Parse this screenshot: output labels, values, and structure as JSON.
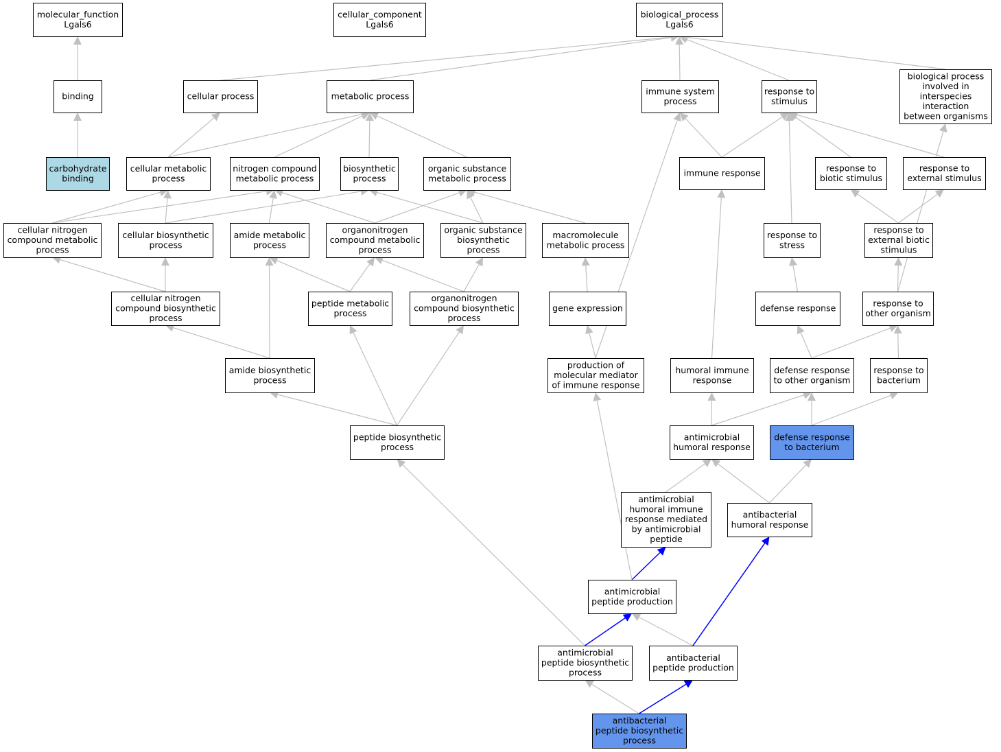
{
  "graph": {
    "colors": {
      "default_fill": "#ffffff",
      "light_fill": "#add8e6",
      "highlight_fill": "#6495ed",
      "edge_gray": "#c0c0c0",
      "edge_blue": "#0000ff",
      "border": "#000000"
    },
    "nodes": [
      {
        "id": "mf",
        "lines": [
          "molecular_function",
          "Lgals6"
        ],
        "style": "default"
      },
      {
        "id": "cc",
        "lines": [
          "cellular_component",
          "Lgals6"
        ],
        "style": "default"
      },
      {
        "id": "bp",
        "lines": [
          "biological_process",
          "Lgals6"
        ],
        "style": "default"
      },
      {
        "id": "binding",
        "lines": [
          "binding"
        ],
        "style": "default"
      },
      {
        "id": "cellproc",
        "lines": [
          "cellular process"
        ],
        "style": "default"
      },
      {
        "id": "metab",
        "lines": [
          "metabolic process"
        ],
        "style": "default"
      },
      {
        "id": "immsys",
        "lines": [
          "immune system",
          "process"
        ],
        "style": "default"
      },
      {
        "id": "respstim",
        "lines": [
          "response to",
          "stimulus"
        ],
        "style": "default"
      },
      {
        "id": "interspecies",
        "lines": [
          "biological process",
          "involved in",
          "interspecies",
          "interaction",
          "between organisms"
        ],
        "style": "default"
      },
      {
        "id": "carb",
        "lines": [
          "carbohydrate",
          "binding"
        ],
        "style": "light"
      },
      {
        "id": "cellmetab",
        "lines": [
          "cellular metabolic",
          "process"
        ],
        "style": "default"
      },
      {
        "id": "nitro",
        "lines": [
          "nitrogen compound",
          "metabolic process"
        ],
        "style": "default"
      },
      {
        "id": "biosyn",
        "lines": [
          "biosynthetic",
          "process"
        ],
        "style": "default"
      },
      {
        "id": "orgsub",
        "lines": [
          "organic substance",
          "metabolic process"
        ],
        "style": "default"
      },
      {
        "id": "immresp",
        "lines": [
          "immune response"
        ],
        "style": "default"
      },
      {
        "id": "biotic",
        "lines": [
          "response to",
          "biotic stimulus"
        ],
        "style": "default"
      },
      {
        "id": "external",
        "lines": [
          "response to",
          "external stimulus"
        ],
        "style": "default"
      },
      {
        "id": "cellnitro",
        "lines": [
          "cellular nitrogen",
          "compound metabolic",
          "process"
        ],
        "style": "default"
      },
      {
        "id": "cellbiosyn",
        "lines": [
          "cellular biosynthetic",
          "process"
        ],
        "style": "default"
      },
      {
        "id": "amidemetab",
        "lines": [
          "amide metabolic",
          "process"
        ],
        "style": "default"
      },
      {
        "id": "organonitro",
        "lines": [
          "organonitrogen",
          "compound metabolic",
          "process"
        ],
        "style": "default"
      },
      {
        "id": "orgsubbio",
        "lines": [
          "organic substance",
          "biosynthetic",
          "process"
        ],
        "style": "default"
      },
      {
        "id": "macro",
        "lines": [
          "macromolecule",
          "metabolic process"
        ],
        "style": "default"
      },
      {
        "id": "stress",
        "lines": [
          "response to",
          "stress"
        ],
        "style": "default"
      },
      {
        "id": "extbiotic",
        "lines": [
          "response to",
          "external biotic",
          "stimulus"
        ],
        "style": "default"
      },
      {
        "id": "cellnitrobio",
        "lines": [
          "cellular nitrogen",
          "compound biosynthetic",
          "process"
        ],
        "style": "default"
      },
      {
        "id": "peptmetab",
        "lines": [
          "peptide metabolic",
          "process"
        ],
        "style": "default"
      },
      {
        "id": "organonitrobio",
        "lines": [
          "organonitrogen",
          "compound biosynthetic",
          "process"
        ],
        "style": "default"
      },
      {
        "id": "geneexp",
        "lines": [
          "gene expression"
        ],
        "style": "default"
      },
      {
        "id": "defresp",
        "lines": [
          "defense response"
        ],
        "style": "default"
      },
      {
        "id": "otherorg",
        "lines": [
          "response to",
          "other organism"
        ],
        "style": "default"
      },
      {
        "id": "amidebio",
        "lines": [
          "amide biosynthetic",
          "process"
        ],
        "style": "default"
      },
      {
        "id": "prodmol",
        "lines": [
          "production of",
          "molecular mediator",
          "of immune response"
        ],
        "style": "default"
      },
      {
        "id": "humoral",
        "lines": [
          "humoral immune",
          "response"
        ],
        "style": "default"
      },
      {
        "id": "defother",
        "lines": [
          "defense response",
          "to other organism"
        ],
        "style": "default"
      },
      {
        "id": "bacterium",
        "lines": [
          "response to",
          "bacterium"
        ],
        "style": "default"
      },
      {
        "id": "peptbio",
        "lines": [
          "peptide biosynthetic",
          "process"
        ],
        "style": "default"
      },
      {
        "id": "antimicrohum",
        "lines": [
          "antimicrobial",
          "humoral response"
        ],
        "style": "default"
      },
      {
        "id": "defbact",
        "lines": [
          "defense response",
          "to bacterium"
        ],
        "style": "highlight"
      },
      {
        "id": "amhumpep",
        "lines": [
          "antimicrobial",
          "humoral immune",
          "response mediated",
          "by antimicrobial",
          "peptide"
        ],
        "style": "default"
      },
      {
        "id": "antibacthum",
        "lines": [
          "antibacterial",
          "humoral response"
        ],
        "style": "default"
      },
      {
        "id": "ampprod",
        "lines": [
          "antimicrobial",
          "peptide production"
        ],
        "style": "default"
      },
      {
        "id": "ampbio",
        "lines": [
          "antimicrobial",
          "peptide biosynthetic",
          "process"
        ],
        "style": "default"
      },
      {
        "id": "abpprod",
        "lines": [
          "antibacterial",
          "peptide production"
        ],
        "style": "default"
      },
      {
        "id": "abpbio",
        "lines": [
          "antibacterial",
          "peptide biosynthetic",
          "process"
        ],
        "style": "highlight"
      }
    ],
    "edges": [
      {
        "from": "binding",
        "to": "mf",
        "color": "gray"
      },
      {
        "from": "carb",
        "to": "binding",
        "color": "gray"
      },
      {
        "from": "cellproc",
        "to": "bp",
        "color": "gray"
      },
      {
        "from": "metab",
        "to": "bp",
        "color": "gray"
      },
      {
        "from": "immsys",
        "to": "bp",
        "color": "gray"
      },
      {
        "from": "respstim",
        "to": "bp",
        "color": "gray"
      },
      {
        "from": "interspecies",
        "to": "bp",
        "color": "gray"
      },
      {
        "from": "cellmetab",
        "to": "cellproc",
        "color": "gray"
      },
      {
        "from": "cellmetab",
        "to": "metab",
        "color": "gray"
      },
      {
        "from": "nitro",
        "to": "metab",
        "color": "gray"
      },
      {
        "from": "biosyn",
        "to": "metab",
        "color": "gray"
      },
      {
        "from": "orgsub",
        "to": "metab",
        "color": "gray"
      },
      {
        "from": "immresp",
        "to": "immsys",
        "color": "gray"
      },
      {
        "from": "immresp",
        "to": "respstim",
        "color": "gray"
      },
      {
        "from": "biotic",
        "to": "respstim",
        "color": "gray"
      },
      {
        "from": "external",
        "to": "respstim",
        "color": "gray"
      },
      {
        "from": "stress",
        "to": "respstim",
        "color": "gray"
      },
      {
        "from": "cellnitro",
        "to": "cellmetab",
        "color": "gray"
      },
      {
        "from": "cellnitro",
        "to": "nitro",
        "color": "gray"
      },
      {
        "from": "cellbiosyn",
        "to": "cellmetab",
        "color": "gray"
      },
      {
        "from": "cellbiosyn",
        "to": "biosyn",
        "color": "gray"
      },
      {
        "from": "amidemetab",
        "to": "nitro",
        "color": "gray"
      },
      {
        "from": "organonitro",
        "to": "nitro",
        "color": "gray"
      },
      {
        "from": "organonitro",
        "to": "orgsub",
        "color": "gray"
      },
      {
        "from": "orgsubbio",
        "to": "biosyn",
        "color": "gray"
      },
      {
        "from": "orgsubbio",
        "to": "orgsub",
        "color": "gray"
      },
      {
        "from": "macro",
        "to": "orgsub",
        "color": "gray"
      },
      {
        "from": "extbiotic",
        "to": "biotic",
        "color": "gray"
      },
      {
        "from": "extbiotic",
        "to": "external",
        "color": "gray"
      },
      {
        "from": "cellnitrobio",
        "to": "cellnitro",
        "color": "gray"
      },
      {
        "from": "cellnitrobio",
        "to": "cellbiosyn",
        "color": "gray"
      },
      {
        "from": "peptmetab",
        "to": "amidemetab",
        "color": "gray"
      },
      {
        "from": "peptmetab",
        "to": "organonitro",
        "color": "gray"
      },
      {
        "from": "organonitrobio",
        "to": "organonitro",
        "color": "gray"
      },
      {
        "from": "organonitrobio",
        "to": "orgsubbio",
        "color": "gray"
      },
      {
        "from": "geneexp",
        "to": "macro",
        "color": "gray"
      },
      {
        "from": "defresp",
        "to": "stress",
        "color": "gray"
      },
      {
        "from": "otherorg",
        "to": "extbiotic",
        "color": "gray"
      },
      {
        "from": "otherorg",
        "to": "interspecies",
        "color": "gray"
      },
      {
        "from": "amidebio",
        "to": "amidemetab",
        "color": "gray"
      },
      {
        "from": "amidebio",
        "to": "cellnitrobio",
        "color": "gray"
      },
      {
        "from": "prodmol",
        "to": "geneexp",
        "color": "gray"
      },
      {
        "from": "prodmol",
        "to": "immsys",
        "color": "gray"
      },
      {
        "from": "humoral",
        "to": "immresp",
        "color": "gray"
      },
      {
        "from": "defother",
        "to": "defresp",
        "color": "gray"
      },
      {
        "from": "defother",
        "to": "otherorg",
        "color": "gray"
      },
      {
        "from": "bacterium",
        "to": "otherorg",
        "color": "gray"
      },
      {
        "from": "peptbio",
        "to": "amidebio",
        "color": "gray"
      },
      {
        "from": "peptbio",
        "to": "peptmetab",
        "color": "gray"
      },
      {
        "from": "peptbio",
        "to": "organonitrobio",
        "color": "gray"
      },
      {
        "from": "antimicrohum",
        "to": "humoral",
        "color": "gray"
      },
      {
        "from": "antimicrohum",
        "to": "defother",
        "color": "gray"
      },
      {
        "from": "defbact",
        "to": "defother",
        "color": "gray"
      },
      {
        "from": "defbact",
        "to": "bacterium",
        "color": "gray"
      },
      {
        "from": "amhumpep",
        "to": "antimicrohum",
        "color": "gray"
      },
      {
        "from": "antibacthum",
        "to": "antimicrohum",
        "color": "gray"
      },
      {
        "from": "antibacthum",
        "to": "defbact",
        "color": "gray"
      },
      {
        "from": "ampprod",
        "to": "amhumpep",
        "color": "blue"
      },
      {
        "from": "ampprod",
        "to": "prodmol",
        "color": "gray"
      },
      {
        "from": "ampbio",
        "to": "ampprod",
        "color": "blue"
      },
      {
        "from": "ampbio",
        "to": "peptbio",
        "color": "gray"
      },
      {
        "from": "abpprod",
        "to": "ampprod",
        "color": "gray"
      },
      {
        "from": "abpprod",
        "to": "antibacthum",
        "color": "blue"
      },
      {
        "from": "abpbio",
        "to": "ampbio",
        "color": "gray"
      },
      {
        "from": "abpbio",
        "to": "abpprod",
        "color": "blue"
      }
    ]
  }
}
